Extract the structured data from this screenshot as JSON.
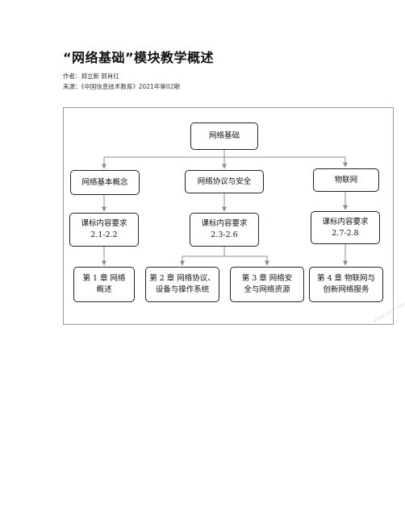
{
  "header": {
    "title": "“网络基础”模块教学概述",
    "author": "作者：郑立新 郭肖红",
    "source": "来源：《中国信息技术教育》2021年第02期"
  },
  "diagram": {
    "root": "网络基础",
    "topics": [
      "网络基本概念",
      "网络协议与安全",
      "物联网"
    ],
    "requirements": [
      {
        "line1": "课标内容要求",
        "line2": "2.1-2.2"
      },
      {
        "line1": "课标内容要求",
        "line2": "2.3-2.6"
      },
      {
        "line1": "课标内容要求",
        "line2": "2.7-2.8"
      }
    ],
    "chapters": [
      {
        "line1": "第 1 章  网络",
        "line2": "概述"
      },
      {
        "line1": "第 2 章  网络协议、",
        "line2": "设备与操作系统"
      },
      {
        "line1": "第 3 章  网络安",
        "line2": "全与网络资源"
      },
      {
        "line1": "第 4 章  物联网与",
        "line2": "创新网络服务"
      }
    ]
  },
  "watermark": "www.zixin.com.cn"
}
